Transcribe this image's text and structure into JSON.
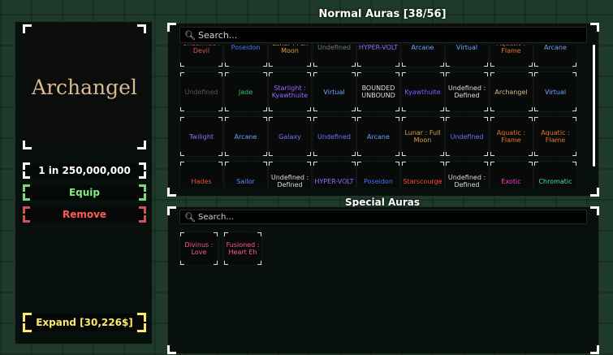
{
  "preview": {
    "aura_name": "Archangel"
  },
  "chance": "1 in 250,000,000",
  "equip_label": "Equip",
  "remove_label": "Remove",
  "expand_label": "Expand [30,226$]",
  "normal": {
    "title": "Normal Auras [38/56]",
    "search_placeholder": "Search...",
    "rows": [
      [
        {
          "label": "Undefined : Devil",
          "color": "#e3525b"
        },
        {
          "label": "Poseidon",
          "color": "#3f78ff"
        },
        {
          "label": "Lunar : Full Moon",
          "color": "#d7a04a"
        },
        {
          "label": "Undefined",
          "color": "#777777"
        },
        {
          "label": "HYPER-VOLT",
          "color": "#9a6bff"
        },
        {
          "label": "Arcane",
          "color": "#6ea0ff"
        },
        {
          "label": "Virtual",
          "color": "#6ca5ff"
        },
        {
          "label": "Aquatic : Flame",
          "color": "#e6742b"
        },
        {
          "label": "Arcane",
          "color": "#6ea0ff"
        }
      ],
      [
        {
          "label": "Undefined",
          "color": "#555555"
        },
        {
          "label": "Jade",
          "color": "#3cbf65"
        },
        {
          "label": "Starlight : Kyawthuite",
          "color": "#a063ff"
        },
        {
          "label": "Virtual",
          "color": "#6ca5ff"
        },
        {
          "label": "BOUNDED UNBOUND",
          "color": "#dddddd"
        },
        {
          "label": "Kyawthuite",
          "color": "#7a60ff"
        },
        {
          "label": "Undefined : Defined",
          "color": "#dddddd"
        },
        {
          "label": "Archangel",
          "color": "#d9b98f"
        },
        {
          "label": "Virtual",
          "color": "#6ca5ff"
        }
      ],
      [
        {
          "label": "Twilight",
          "color": "#9d6bff"
        },
        {
          "label": "Arcane",
          "color": "#6ea0ff"
        },
        {
          "label": "Galaxy",
          "color": "#7d6cff"
        },
        {
          "label": "Undefined",
          "color": "#7173ff"
        },
        {
          "label": "Arcane",
          "color": "#6ea0ff"
        },
        {
          "label": "Lunar : Full Moon",
          "color": "#d7a04a"
        },
        {
          "label": "Undefined",
          "color": "#7173ff"
        },
        {
          "label": "Aquatic : Flame",
          "color": "#e6742b"
        },
        {
          "label": "Aquatic : Flame",
          "color": "#e6742b"
        }
      ],
      [
        {
          "label": "Hades",
          "color": "#e2542a"
        },
        {
          "label": "Sailor",
          "color": "#5a8dff"
        },
        {
          "label": "Undefined : Defined",
          "color": "#dddddd"
        },
        {
          "label": "HYPER-VOLT",
          "color": "#9a6bff"
        },
        {
          "label": "Poseidon",
          "color": "#3f78ff"
        },
        {
          "label": "Starscourge",
          "color": "#ff4a3a"
        },
        {
          "label": "Undefined : Defined",
          "color": "#dddddd"
        },
        {
          "label": "Exotic",
          "color": "#ff3fd0"
        },
        {
          "label": "Chromatic",
          "color": "#3fe0c8"
        }
      ]
    ]
  },
  "special": {
    "title": "Special Auras",
    "search_placeholder": "Search...",
    "items": [
      {
        "label": "Divinus : Love",
        "color": "#ff5a8a"
      },
      {
        "label": "Fusioned : Heart Eh",
        "color": "#ff5a8a"
      }
    ]
  }
}
